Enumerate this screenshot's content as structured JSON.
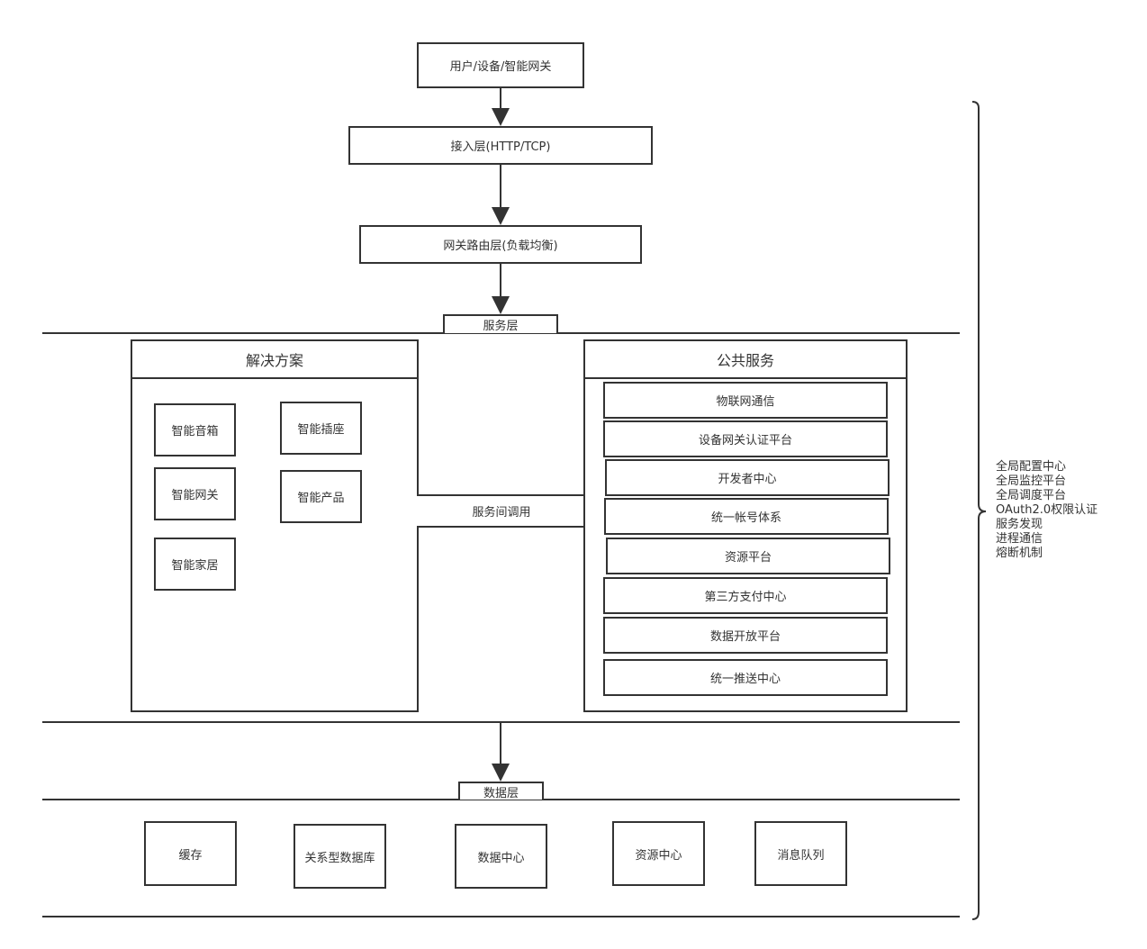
{
  "top_flow": {
    "client": "用户/设备/智能网关",
    "access_layer": "接入层(HTTP/TCP)",
    "gateway_layer": "网关路由层(负载均衡)"
  },
  "service_layer": {
    "label": "服务层",
    "solutions": {
      "title": "解决方案",
      "items": [
        "智能音箱",
        "智能插座",
        "智能网关",
        "智能产品",
        "智能家居"
      ]
    },
    "inter_service_call": "服务间调用",
    "public_services": {
      "title": "公共服务",
      "items": [
        "物联网通信",
        "设备网关认证平台",
        "开发者中心",
        "统一帐号体系",
        "资源平台",
        "第三方支付中心",
        "数据开放平台",
        "统一推送中心"
      ]
    }
  },
  "data_layer": {
    "label": "数据层",
    "items": [
      "缓存",
      "关系型数据库",
      "数据中心",
      "资源中心",
      "消息队列"
    ]
  },
  "global_services": [
    "全局配置中心",
    "全局监控平台",
    "全局调度平台",
    "OAuth2.0权限认证",
    "服务发现",
    "进程通信",
    "熔断机制"
  ]
}
